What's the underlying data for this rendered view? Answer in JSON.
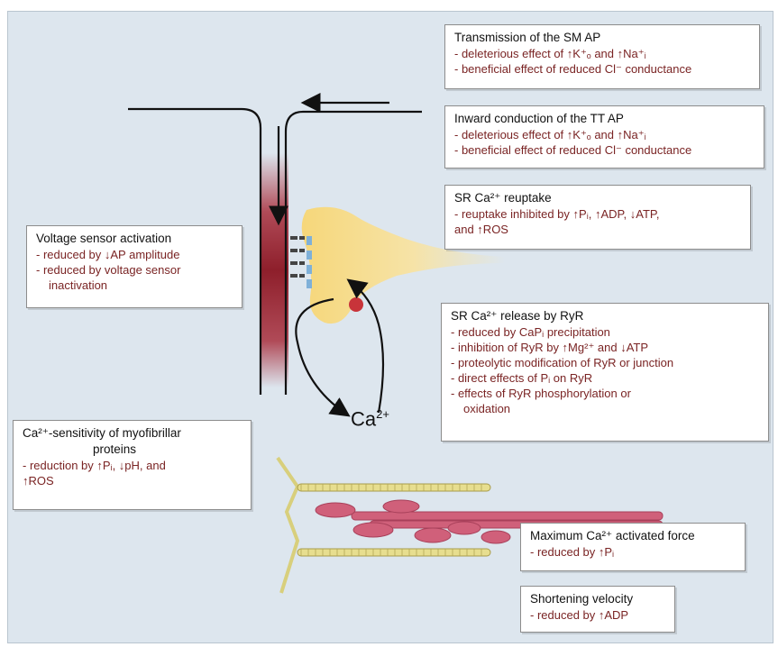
{
  "ca_label": {
    "base": "Ca",
    "sup": "2+"
  },
  "boxes": {
    "sm_ap": {
      "title": "Transmission of the SM AP",
      "lines": [
        "- deleterious effect of ↑K⁺ₒ and ↑Na⁺ᵢ",
        "- beneficial effect of reduced Cl⁻ conductance"
      ]
    },
    "tt_ap": {
      "title": "Inward conduction of the TT AP",
      "lines": [
        "- deleterious effect of ↑K⁺ₒ and ↑Na⁺ᵢ",
        "- beneficial effect of reduced Cl⁻ conductance"
      ]
    },
    "sr_reuptake": {
      "title": "SR Ca²⁺ reuptake",
      "lines": [
        "- reuptake inhibited by ↑Pᵢ, ↑ADP, ↓ATP,",
        "and ↑ROS"
      ]
    },
    "voltage_sensor": {
      "title": "Voltage sensor activation",
      "lines": [
        "- reduced by ↓AP amplitude",
        "- reduced by voltage sensor",
        "inactivation"
      ]
    },
    "sr_release": {
      "title": "SR Ca²⁺ release by RyR",
      "lines": [
        "- reduced by CaPᵢ precipitation",
        "- inhibition of RyR by ↑Mg²⁺ and ↓ATP",
        "- proteolytic modification of RyR or junction",
        "- direct effects of Pᵢ on RyR",
        "- effects of RyR phosphorylation or",
        "oxidation"
      ]
    },
    "ca_sensitivity": {
      "title_line1": "Ca²⁺-sensitivity of myofibrillar",
      "title_line2": "proteins",
      "lines": [
        "- reduction by ↑Pᵢ, ↓pH, and",
        "↑ROS"
      ]
    },
    "max_force": {
      "title": "Maximum Ca²⁺ activated force",
      "lines": [
        "- reduced by ↑Pᵢ"
      ]
    },
    "shortening": {
      "title": "Shortening velocity",
      "lines": [
        "- reduced by ↑ADP"
      ]
    }
  },
  "colors": {
    "panel": "#dde6ee",
    "label_text": "#7a2424",
    "tubule_red": "#8e1f2b",
    "sr_yellow": "#f3d98c",
    "actin": "#d8cf7c",
    "myosin": "#d0607a",
    "ryr_dot": "#c8343a"
  }
}
